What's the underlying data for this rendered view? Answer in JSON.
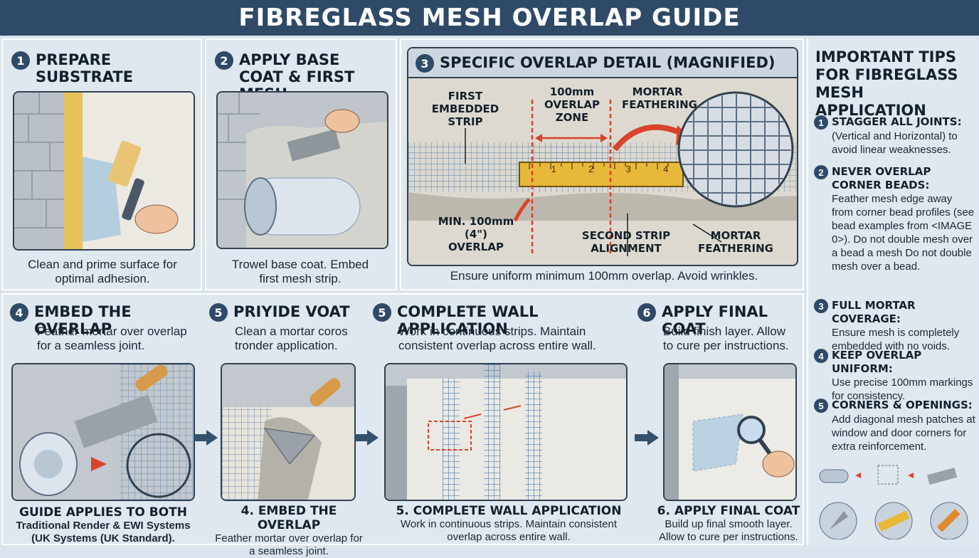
{
  "title": "FIBREGLASS MESH OVERLAP GUIDE",
  "steps_top": [
    {
      "num": "1",
      "title": "PREPARE SUBSTRATE",
      "caption": "Clean and prime surface for optimal adhesion."
    },
    {
      "num": "2",
      "title": "APPLY BASE COAT & FIRST MESH",
      "caption": "Trowel base coat. Embed first mesh strip."
    }
  ],
  "detail": {
    "num": "3",
    "title": "SPECIFIC OVERLAP DETAIL (MAGNIFIED)",
    "labels": {
      "first_strip": "FIRST EMBEDDED STRIP",
      "overlap_zone": "100mm OVERLAP ZONE",
      "mortar_top": "MORTAR FEATHERING",
      "min_overlap": "MIN. 100mm (4\") OVERLAP",
      "second_strip": "SECOND STRIP ALIGNMENT",
      "mortar_bottom": "MORTAR FEATHERING"
    },
    "ruler_ticks": [
      "1",
      "2",
      "3",
      "4"
    ],
    "caption": "Ensure uniform minimum 100mm overlap. Avoid wrinkles."
  },
  "steps_bottom": [
    {
      "num": "4",
      "title": "EMBED THE OVERLAP",
      "desc": "Feather mortar over overlap for a seamless joint.",
      "sub_title": "GUIDE APPLIES TO BOTH",
      "sub_desc": "Traditional Render & EWI Systems (UK Systems (UK Standard)."
    },
    {
      "num": "5",
      "title": "PRIYIDE VOAT",
      "desc": "Clean a mortar coros tronder application.",
      "sub_title": "4. EMBED THE OVERLAP",
      "sub_desc": "Feather mortar over overlap for a seamless joint."
    },
    {
      "num": "5",
      "title": "COMPLETE WALL APPLICATION",
      "desc": "Work in continuous strips. Maintain consistent overlap across entire wall.",
      "sub_title": "5. COMPLETE WALL APPLICATION",
      "sub_desc": "Work in continuous strips. Maintain consistent overlap across entire wall."
    },
    {
      "num": "6",
      "title": "APPLY FINAL COAT",
      "desc": "Build finish layer. Allow to cure per instructions.",
      "sub_title": "6. APPLY FINAL COAT",
      "sub_desc": "Build up final smooth layer. Allow to cure per instructions."
    }
  ],
  "tips": {
    "heading": "IMPORTANT TIPS FOR FIBREGLASS MESH APPLICATION",
    "items": [
      {
        "num": "1",
        "title": "STAGGER ALL JOINTS:",
        "body": "(Vertical and Horizontal) to avoid linear weaknesses."
      },
      {
        "num": "2",
        "title": "NEVER OVERLAP CORNER BEADS:",
        "body": "Feather mesh edge away from corner bead profiles (see bead examples from <IMAGE 0>). Do not double mesh over a bead a mesh Do not double mesh over a bead."
      },
      {
        "num": "3",
        "title": "FULL MORTAR COVERAGE:",
        "body": "Ensure mesh is completely embedded with no voids."
      },
      {
        "num": "4",
        "title": "KEEP OVERLAP UNIFORM:",
        "body": "Use precise 100mm markings for consistency."
      },
      {
        "num": "5",
        "title": "CORNERS & OPENINGS:",
        "body": "Add diagonal mesh patches at window and door corners for extra reinforcement."
      }
    ]
  },
  "colors": {
    "banner": "#2e4a67",
    "accent_red": "#d9432b",
    "ruler": "#e8b83a",
    "mesh": "#7f9bb8"
  }
}
